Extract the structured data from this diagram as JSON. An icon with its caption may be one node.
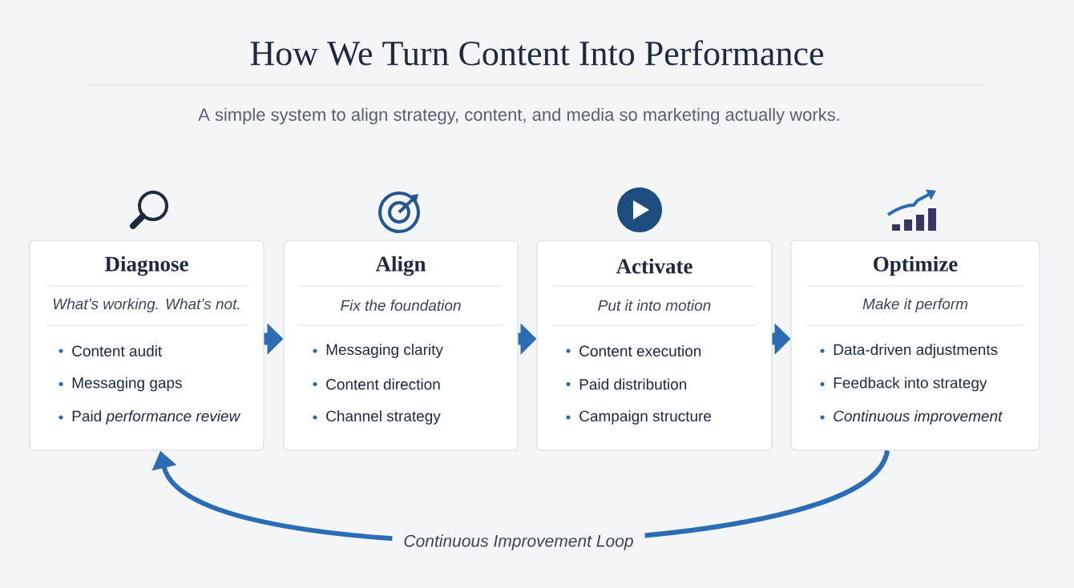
{
  "diagram": {
    "title": "How We Turn Content Into Performance",
    "caption": "A simple system to align strategy, content, and media so marketing actually works.",
    "nodes": [
      {
        "text": [
          "Diagnose",
          "What’s working. What’s not.",
          "Content audit",
          "Messaging gaps",
          "Paid *performance review*"
        ]
      },
      {
        "text": [
          "Align",
          "Fix the foundation",
          "Messaging clarity",
          "Content direction",
          "Channel strategy"
        ]
      },
      {
        "text": [
          "Activate",
          "Put it into motion",
          "Content execution",
          "Paid distribution",
          "Campaign structure"
        ]
      },
      {
        "text": [
          "Optimize",
          "Make it perform",
          "Data-driven adjustments",
          "Feedback into strategy",
          "*Continuous improvement*"
        ]
      }
    ],
    "edges": [
      {
        "from": 0,
        "to": 1,
        "arrow": "to"
      },
      {
        "from": 1,
        "to": 2,
        "arrow": "to"
      },
      {
        "from": 2,
        "to": 3,
        "arrow": "to"
      },
      {
        "from": 3,
        "to": 0,
        "arrow": "to",
        "label": "Continuous Improvement Loop"
      }
    ]
  }
}
